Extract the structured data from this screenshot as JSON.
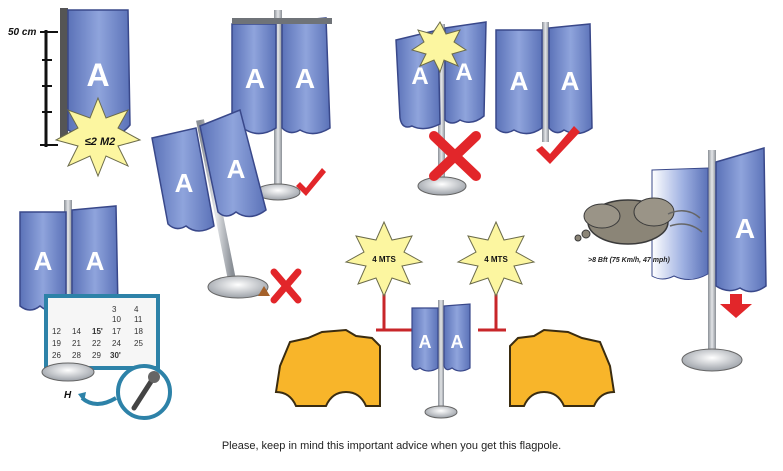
{
  "illustration": {
    "size_label": "50 cm",
    "area_label": "≤2 M2",
    "distance_label_left": "4 MTS",
    "distance_label_right": "4 MTS",
    "wind_label": ">8 Bft (75 Km/h, 47 mph)",
    "height_label": "H",
    "flag_letter": "A",
    "calendar": {
      "rows": [
        [
          "",
          "",
          "",
          "3",
          "4"
        ],
        [
          "",
          "",
          "",
          "10",
          "11"
        ],
        [
          "12",
          "14",
          "15'",
          "17",
          "18"
        ],
        [
          "19",
          "21",
          "22",
          "24",
          "25"
        ],
        [
          "26",
          "28",
          "29",
          "30'",
          ""
        ]
      ]
    }
  },
  "caption": "Please, keep in mind this important advice when you get this flagpole.",
  "colors": {
    "flag_blue": "#7e94cf",
    "flag_dark": "#4e63a3",
    "pole": "#b5b9bf",
    "car": "#f8b52a",
    "wrong": "#e2262a",
    "ok": "#e2262a",
    "burst": "#fcf6a0",
    "calendar_frame": "#2d82a8"
  },
  "icons": [
    "check-icon",
    "cross-icon",
    "burst-icon",
    "wrench-icon",
    "storm-cloud-icon",
    "down-arrow-icon",
    "warning-triangle-icon"
  ]
}
